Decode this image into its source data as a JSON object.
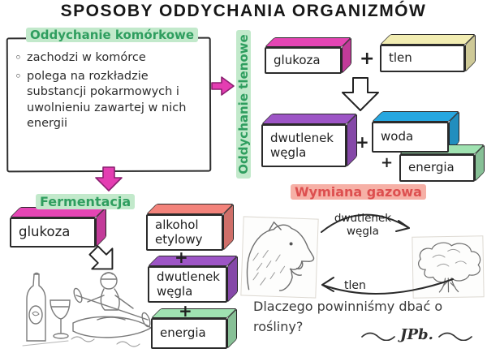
{
  "title": "SPOSOBY ODDYCHANIA ORGANIZMÓW",
  "colors": {
    "magenta": "#e445b4",
    "pale_yellow": "#f2edb2",
    "purple": "#9d55c6",
    "cyan": "#27a7e0",
    "green": "#9fe2b1",
    "salmon_red": "#f3837b",
    "arrow_pink": "#e43db2",
    "highlight_green": "#c2e9cb",
    "ink_green": "#2f9e5f",
    "highlight_red": "#f6b0a6",
    "ink_red": "#dd4f4f"
  },
  "cellular_respiration": {
    "heading": "Oddychanie komórkowe",
    "bullets": [
      "zachodzi w komórce",
      "polega na rozkładzie substancji pokarmowych i uwolnieniu zawartej w nich energii"
    ]
  },
  "aerobic": {
    "vertical_label": "Oddychanie tlenowe",
    "plus": "+",
    "reactant1": "glukoza",
    "reactant2": "tlen",
    "product1": "dwutlenek węgla",
    "product2": "woda",
    "product3": "energia"
  },
  "fermentation": {
    "heading": "Fermentacja",
    "plus": "+",
    "reactant": "glukoza",
    "product1": "alkohol etylowy",
    "product2": "dwutlenek węgla",
    "product3": "energia"
  },
  "gas_exchange": {
    "heading": "Wymiana gazowa",
    "gas_to_plants": "dwutlenek węgla",
    "gas_to_animals": "tlen",
    "question": "Dlaczego powinniśmy dbać o rośliny?",
    "signature": "JPb."
  },
  "icons": {
    "animal_sketch": "wild-boar",
    "plant_sketch": "oak-tree",
    "fermentation_sketch_1": "wine-bottle-and-glass",
    "fermentation_sketch_2": "kayaker"
  }
}
